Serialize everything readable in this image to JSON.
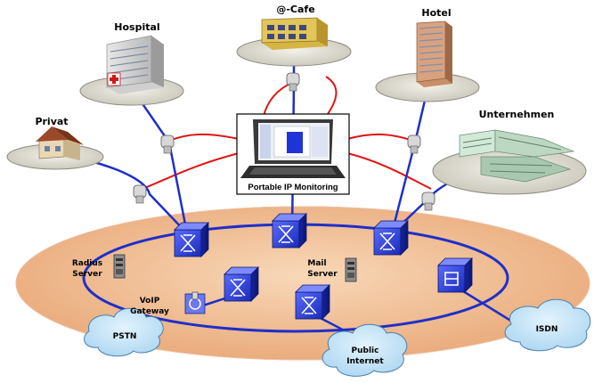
{
  "colors": {
    "network_link": "#1f2fc8",
    "monitor_link": "#e01414",
    "ring_fill": "#f4c7a0",
    "switch_blue": "#2a3bd8",
    "cloud_fill": "#bfe2f7"
  },
  "locations": {
    "hospital": "Hospital",
    "cafe": "@-Cafe",
    "hotel": "Hotel",
    "privat": "Privat",
    "unternehmen": "Unternehmen"
  },
  "monitor": {
    "label": "Portable IP Monitoring"
  },
  "servers": {
    "radius_line1": "Radius",
    "radius_line2": "Server",
    "mail_line1": "Mail",
    "mail_line2": "Server",
    "voip_line1": "VoIP",
    "voip_line2": "Gateway"
  },
  "clouds": {
    "pstn": "PSTN",
    "internet_line1": "Public",
    "internet_line2": "Internet",
    "isdn": "ISDN"
  }
}
